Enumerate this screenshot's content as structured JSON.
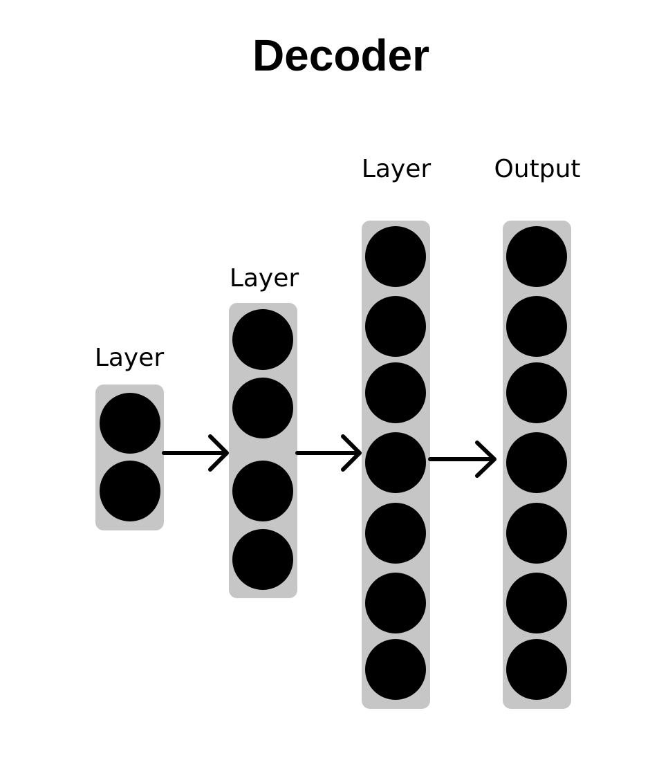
{
  "title": "Decoder",
  "colors": {
    "panel": "#c6c6c6",
    "node": "#000000",
    "arrow": "#000000",
    "text": "#000000",
    "background": "#ffffff"
  },
  "layers": [
    {
      "label": "Layer",
      "node_count": 2
    },
    {
      "label": "Layer",
      "node_count": 4
    },
    {
      "label": "Layer",
      "node_count": 7
    },
    {
      "label": "Output",
      "node_count": 7
    }
  ],
  "connections": [
    {
      "from": 0,
      "to": 1
    },
    {
      "from": 1,
      "to": 2
    },
    {
      "from": 2,
      "to": 3
    }
  ]
}
